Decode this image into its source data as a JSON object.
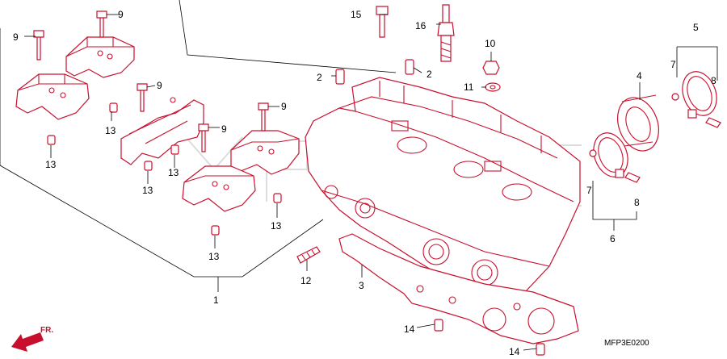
{
  "diagram": {
    "drawing_code": "MFP3E0200",
    "front_marker": "FR.",
    "callouts": [
      {
        "id": "c1",
        "text": "1"
      },
      {
        "id": "c2a",
        "text": "2"
      },
      {
        "id": "c2b",
        "text": "2"
      },
      {
        "id": "c3",
        "text": "3"
      },
      {
        "id": "c4",
        "text": "4"
      },
      {
        "id": "c5",
        "text": "5"
      },
      {
        "id": "c6",
        "text": "6"
      },
      {
        "id": "c7a",
        "text": "7"
      },
      {
        "id": "c7b",
        "text": "7"
      },
      {
        "id": "c8a",
        "text": "8"
      },
      {
        "id": "c8b",
        "text": "8"
      },
      {
        "id": "c9a",
        "text": "9"
      },
      {
        "id": "c9b",
        "text": "9"
      },
      {
        "id": "c9c",
        "text": "9"
      },
      {
        "id": "c9d",
        "text": "9"
      },
      {
        "id": "c9e",
        "text": "9"
      },
      {
        "id": "c10",
        "text": "10"
      },
      {
        "id": "c11",
        "text": "11"
      },
      {
        "id": "c12",
        "text": "12"
      },
      {
        "id": "c13a",
        "text": "13"
      },
      {
        "id": "c13b",
        "text": "13"
      },
      {
        "id": "c13c",
        "text": "13"
      },
      {
        "id": "c13d",
        "text": "13"
      },
      {
        "id": "c13e",
        "text": "13"
      },
      {
        "id": "c13f",
        "text": "13"
      },
      {
        "id": "c14a",
        "text": "14"
      },
      {
        "id": "c14b",
        "text": "14"
      },
      {
        "id": "c15",
        "text": "15"
      },
      {
        "id": "c16",
        "text": "16"
      }
    ]
  },
  "colors": {
    "line": "#c8102e",
    "text": "#000000",
    "background": "#ffffff"
  }
}
